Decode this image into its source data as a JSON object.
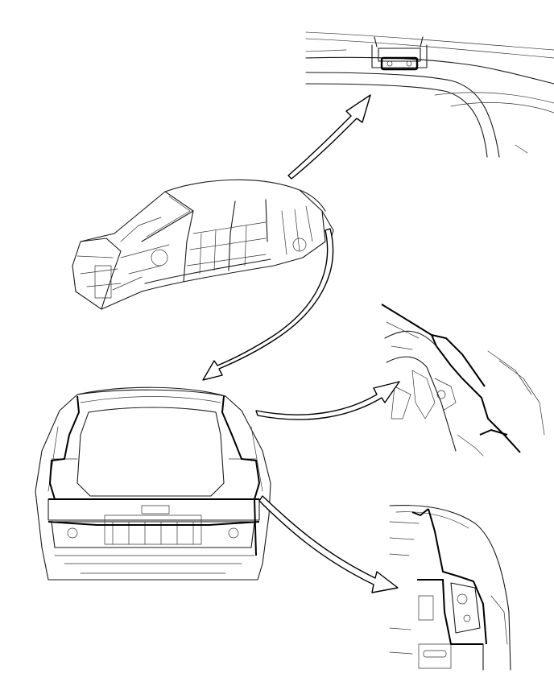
{
  "diagram": {
    "views": [
      {
        "id": "vehicle-body-overview",
        "icon": "car-body-shell"
      },
      {
        "id": "roof-rear-detail",
        "icon": "roof-bracket-detail"
      },
      {
        "id": "rear-body-opening",
        "icon": "rear-opening-seams"
      },
      {
        "id": "d-pillar-upper-detail",
        "icon": "pillar-seam-detail"
      },
      {
        "id": "quarter-lower-detail",
        "icon": "quarter-seam-detail"
      }
    ],
    "colors": {
      "line": "#1a1a1a",
      "seam": "#000000",
      "background": "#ffffff"
    }
  }
}
